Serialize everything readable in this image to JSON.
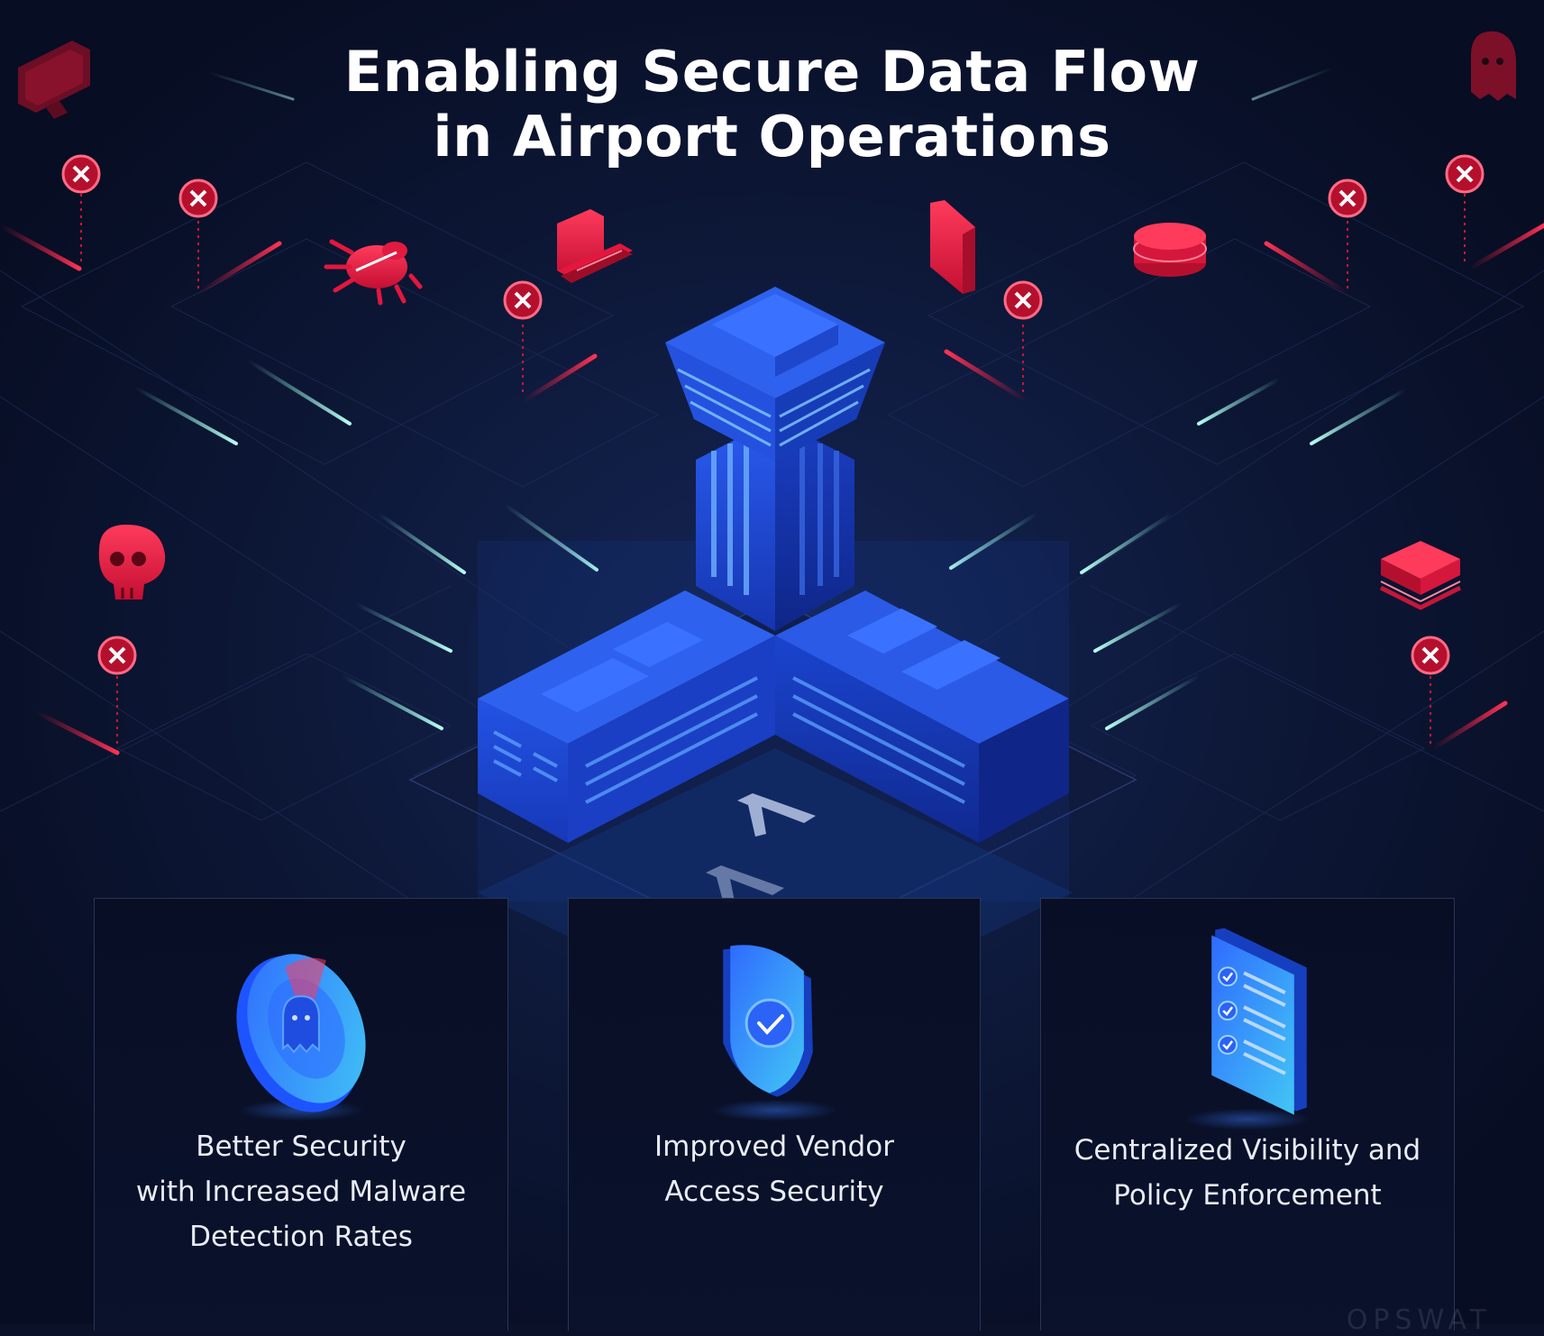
{
  "title": {
    "line1": "Enabling Secure Data Flow",
    "line2": "in Airport Operations"
  },
  "cards": [
    {
      "lines": [
        "Better Security",
        "with Increased Malware",
        "Detection Rates"
      ],
      "icon": "ghost-radar-icon"
    },
    {
      "lines": [
        "Improved Vendor",
        "Access Security"
      ],
      "icon": "shield-check-icon"
    },
    {
      "lines": [
        "Centralized Visibility and",
        "Policy Enforcement"
      ],
      "icon": "checklist-document-icon"
    }
  ],
  "threat_icons": [
    "monitor-icon",
    "ghost-icon",
    "bug-icon",
    "laptop-icon",
    "file-icon",
    "database-icon",
    "skull-icon",
    "layers-icon"
  ],
  "colors": {
    "background": "#0a1128",
    "threat_red": "#e3173e",
    "tower_blue": "#1f4de0",
    "teal_stream": "#7fe6d8"
  }
}
